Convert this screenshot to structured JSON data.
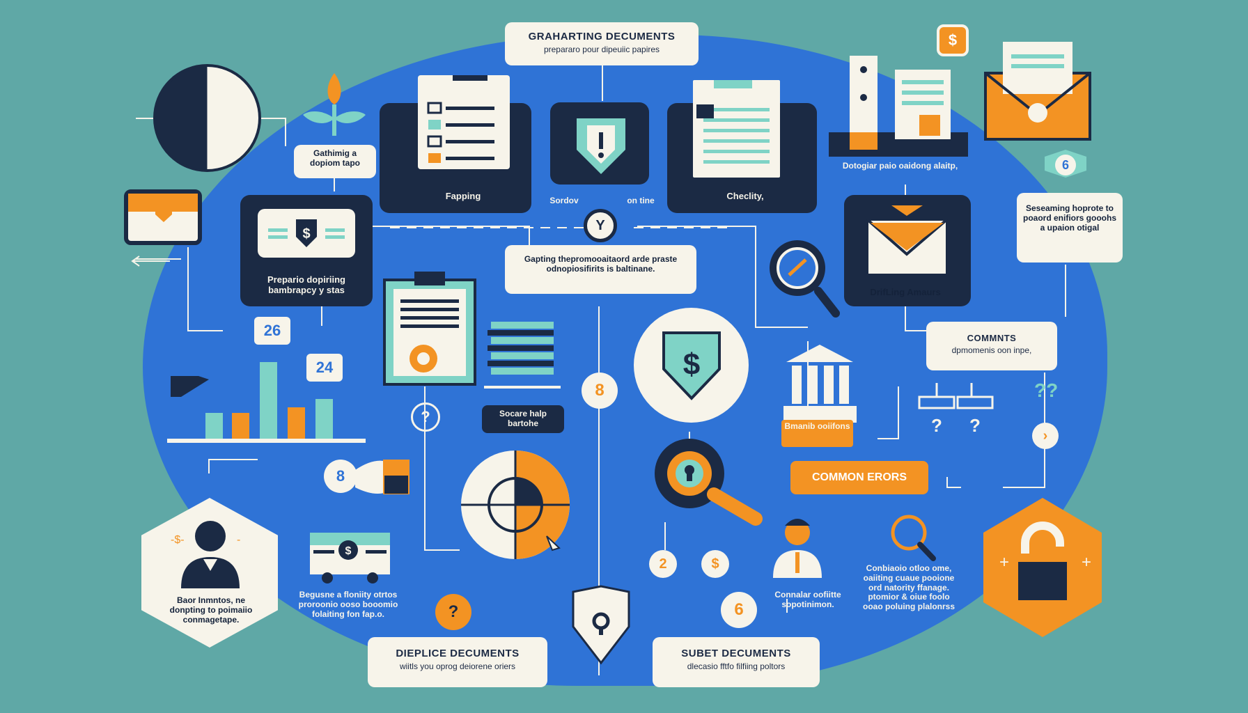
{
  "header": {
    "title": "GRAHARTING DECUMENTS",
    "subtitle": "prepararo pour dipeuiic papires"
  },
  "cards": {
    "gathering": "Gathimig a dopiom tapo",
    "filing": "Fapping",
    "section_left": "Sordov",
    "section_right": "on tine",
    "checklist": "Checlity,",
    "prepare": "Prepario dopiriing bambrapcy y stas",
    "gapping": "Gapting thepromooaitaord arde praste odnopiosifirits is baltinane.",
    "desc_top_right": "Dotogiar paio oaidong alaitp,",
    "screening": "Seseaming hoprote to poaord enifiors gooohs a upaion otigal",
    "drifting": "DrifLing Amaurs",
    "comments_title": "COMMNTS",
    "comments_sub": "dpmomenis oon inpe,",
    "secure_help": "Socare halp bartohe",
    "bank": "Bmanib ooiifons",
    "common_errors": "COMMON ERORS",
    "person_left": "Baor Inmntos, ne donpting to poimaiio conmagetape.",
    "truck": "Begusne a floniity otrtos proroonio ooso booomio folaiting fon fap.o.",
    "duplice_title": "DIEPLICE DECUMENTS",
    "duplice_sub": "wiitls you oprog deiorene oriers",
    "subet_title": "SUBET DECUMENTS",
    "subet_sub": "dlecasio fftfo filfiing poltors",
    "consultant": "Connalar oofiitte sopotinimon.",
    "continue": "Conbiaoio otloo ome, oaiiting cuaue pooione ord natority ffanage. ptomior & oiue foolo ooao poluing plalonrss"
  },
  "numbers": {
    "n26": "26",
    "n24": "24",
    "n8a": "8",
    "n8b": "8",
    "n6a": "6",
    "n6b": "6",
    "n2": "2",
    "q": "?"
  },
  "colors": {
    "blue": "#2f73d6",
    "teal": "#5fa8a6",
    "navy": "#1b2a44",
    "orange": "#f39323",
    "cream": "#f7f4ea",
    "mint": "#7fd3c6"
  }
}
